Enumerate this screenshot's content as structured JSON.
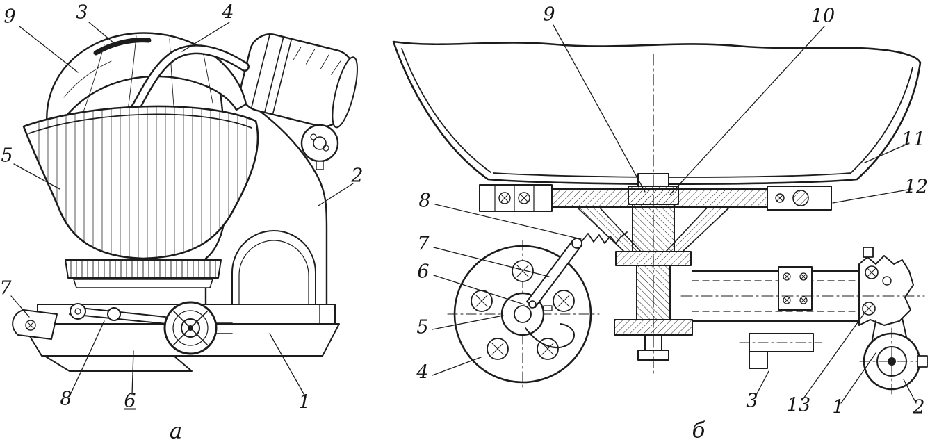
{
  "colors": {
    "background": "#ffffff",
    "ink": "#1c1c1c"
  },
  "left_figure": {
    "caption": "а",
    "labels": [
      "9",
      "3",
      "4",
      "5",
      "2",
      "7",
      "8",
      "6",
      "1"
    ]
  },
  "right_figure": {
    "caption": "б",
    "labels": [
      "9",
      "10",
      "11",
      "12",
      "8",
      "7",
      "6",
      "5",
      "4",
      "3",
      "13",
      "1",
      "2"
    ]
  }
}
